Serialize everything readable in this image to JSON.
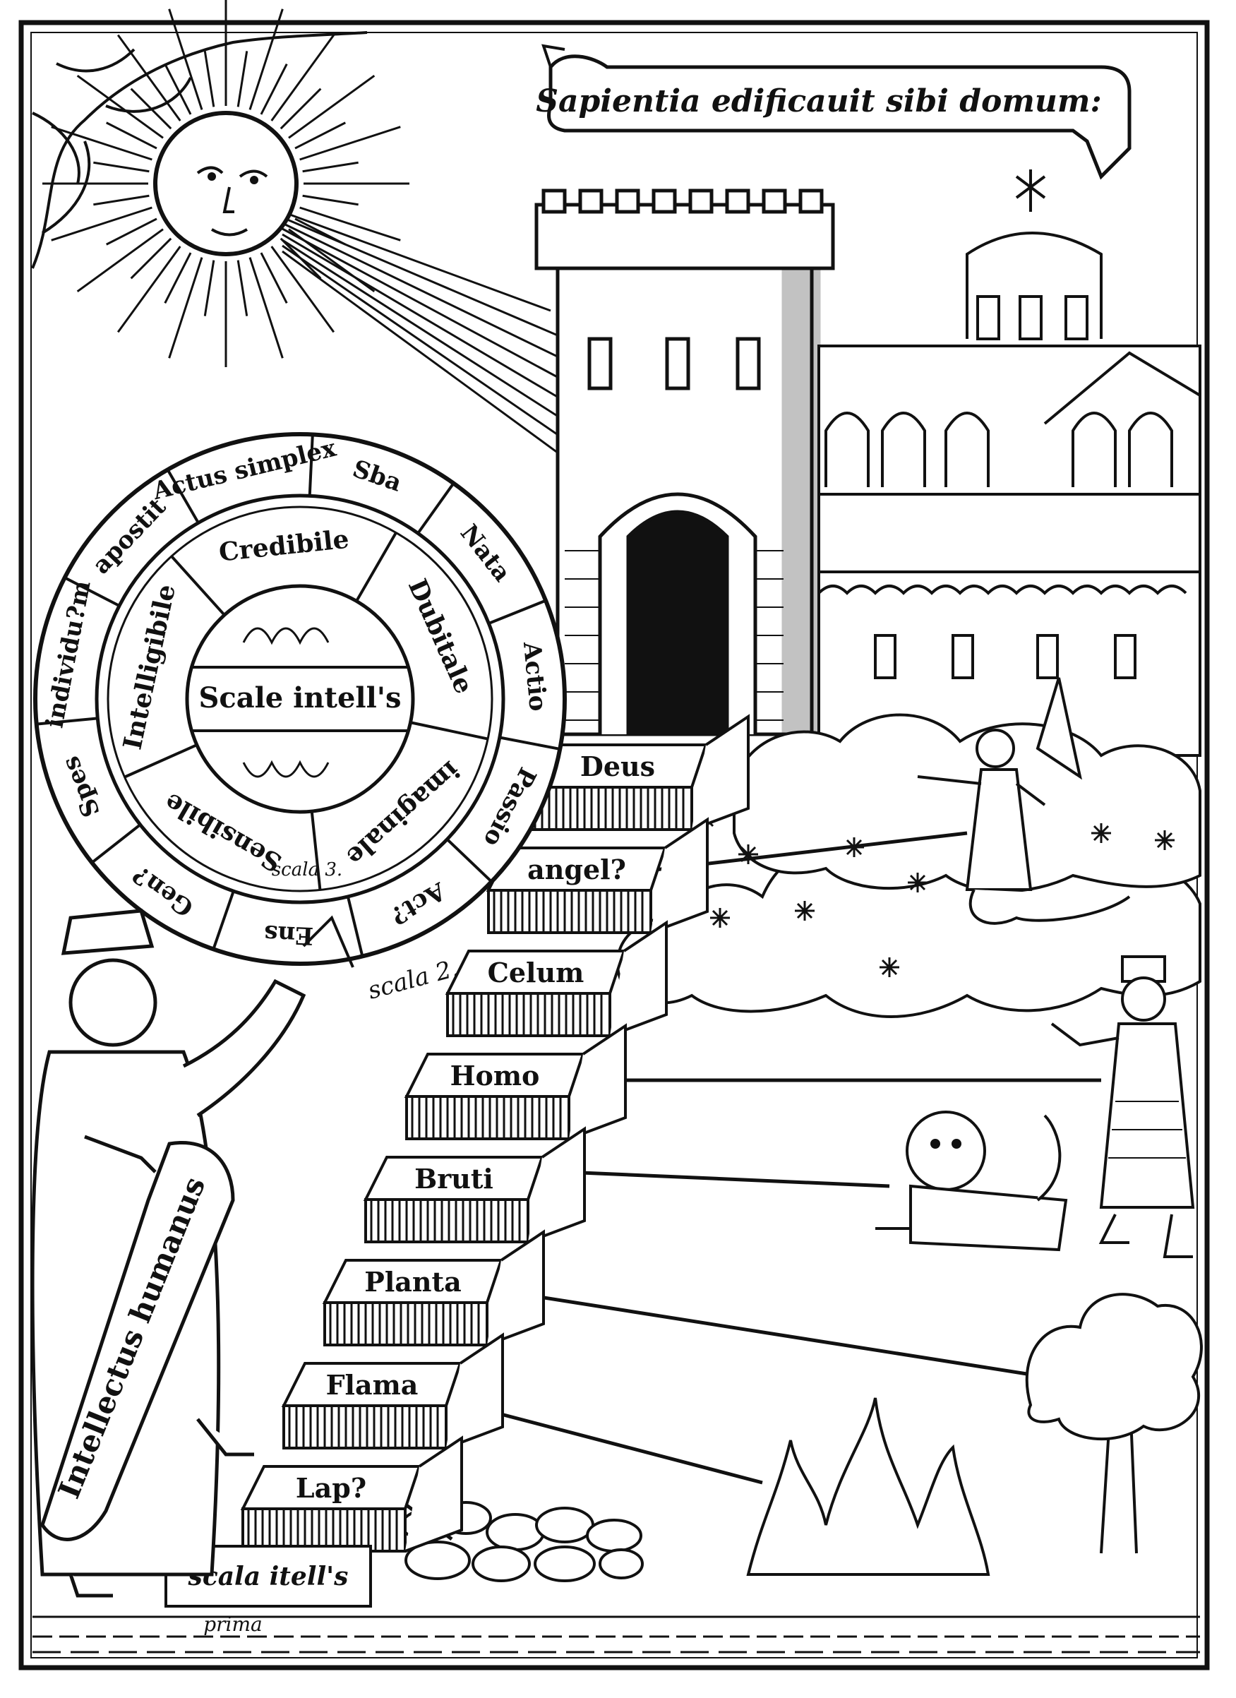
{
  "banner": {
    "motto": "Sapientia edificauit sibi domum:"
  },
  "wheel": {
    "center": "Scale intell's",
    "center_sub": "scala 3.",
    "outer_ring": [
      "Actus simplex",
      "Sba",
      "Nata",
      "Actio",
      "Passio",
      "Act?",
      "Ens",
      "Gen?",
      "Spes",
      "individu?m",
      "apostit"
    ],
    "middle_ring": [
      "Dubitale",
      "imaginale",
      "Sensibile",
      "Intelligibile",
      "Credibile"
    ]
  },
  "pointer_note": "scala 2.",
  "stairs": [
    "Deus",
    "angel?",
    "Celum",
    "Homo",
    "Bruti",
    "Planta",
    "Flama",
    "Lap?"
  ],
  "base_label": "scala itell's",
  "base_note": "prima",
  "scroll_text": "Intellectus humanus",
  "colors": {
    "ink": "#111111",
    "paper": "#ffffff"
  }
}
